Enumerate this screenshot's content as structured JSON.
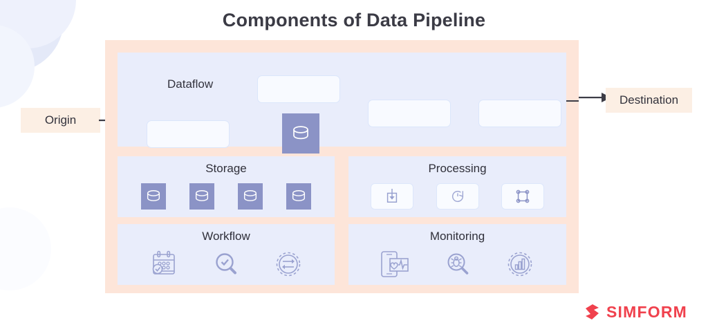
{
  "page": {
    "title": "Components of Data Pipeline",
    "brand_name": "SIMFORM",
    "accent_peach": "#fde5d9",
    "accent_lavender": "#e9edfb",
    "accent_periwinkle": "#8b93c6",
    "brand_color": "#f0414d"
  },
  "endpoints": {
    "origin_label": "Origin",
    "destination_label": "Destination"
  },
  "dataflow": {
    "label": "Dataflow",
    "nodes": [
      "",
      "",
      "",
      ""
    ],
    "store_icon": "database-icon"
  },
  "sections": [
    {
      "key": "storage",
      "title": "Storage",
      "icons": [
        "database-icon",
        "database-icon",
        "database-icon",
        "database-icon"
      ]
    },
    {
      "key": "processing",
      "title": "Processing",
      "icons": [
        "ingest-box-icon",
        "clock-refresh-icon",
        "transform-nodes-icon"
      ]
    },
    {
      "key": "workflow",
      "title": "Workflow",
      "icons": [
        "calendar-check-icon",
        "magnifier-check-icon",
        "gear-arrows-icon"
      ]
    },
    {
      "key": "monitoring",
      "title": "Monitoring",
      "icons": [
        "phone-heartbeat-icon",
        "magnifier-bug-icon",
        "gear-chart-icon"
      ]
    }
  ]
}
